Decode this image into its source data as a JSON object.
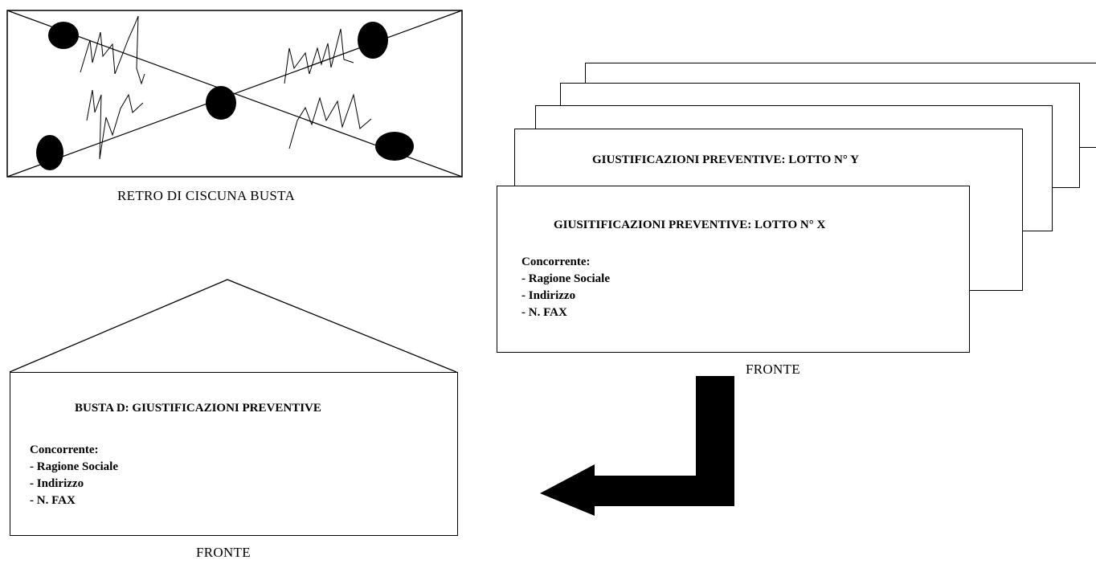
{
  "back_panel": {
    "caption": "RETRO DI CISCUNA BUSTA"
  },
  "stack": {
    "title_back": "GIUSTIFICAZIONI PREVENTIVE: LOTTO N° Y",
    "title_front": "GIUSITIFICAZIONI PREVENTIVE: LOTTO N° X",
    "lines": [
      "Concorrente:",
      "- Ragione Sociale",
      "- Indirizzo",
      "- N. FAX"
    ],
    "caption": "FRONTE"
  },
  "envelope_d": {
    "title": "BUSTA D: GIUSTIFICAZIONI PREVENTIVE",
    "lines": [
      "Concorrente:",
      "- Ragione Sociale",
      "- Indirizzo",
      "- N. FAX"
    ],
    "caption": "FRONTE"
  }
}
